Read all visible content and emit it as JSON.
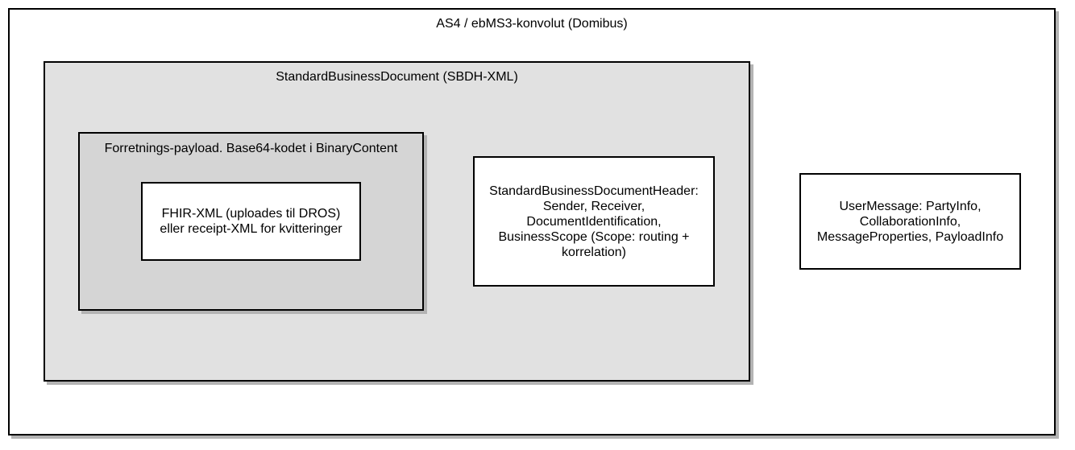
{
  "diagram": {
    "envelope": {
      "title": "AS4 / ebMS3-konvolut (Domibus)"
    },
    "sbd": {
      "title": "StandardBusinessDocument (SBDH-XML)"
    },
    "payload": {
      "title": "Forretnings-payload. Base64-kodet i BinaryContent"
    },
    "fhir": {
      "lines": [
        "FHIR-XML (uploades til DROS)",
        "eller receipt-XML for kvitteringer"
      ]
    },
    "sbdh": {
      "lines": [
        "StandardBusinessDocumentHeader:",
        "Sender, Receiver,",
        "DocumentIdentification,",
        "BusinessScope (Scope: routing +",
        "korrelation)"
      ]
    },
    "user_message": {
      "lines": [
        "UserMessage: PartyInfo,",
        "CollaborationInfo,",
        "MessageProperties, PayloadInfo"
      ]
    },
    "colors": {
      "border": "#000000",
      "shadow": "#b3b3b3",
      "sbd_fill": "#e1e1e1",
      "payload_fill": "#d5d5d5",
      "box_fill": "#ffffff"
    }
  }
}
